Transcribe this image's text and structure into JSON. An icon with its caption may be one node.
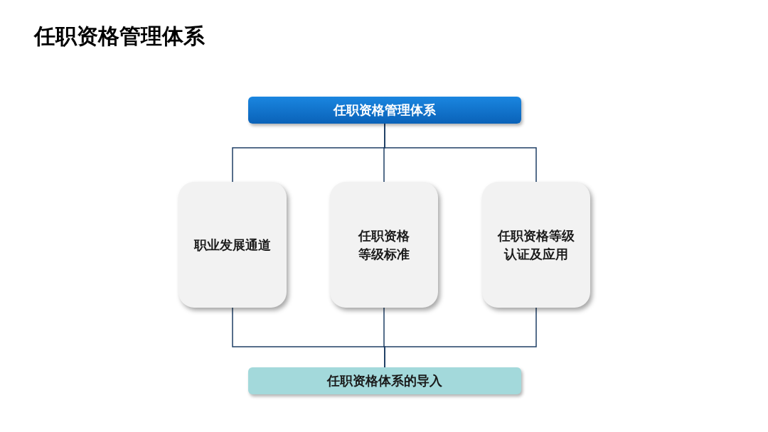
{
  "diagram": {
    "title": "任职资格管理体系",
    "nodes": [
      {
        "text": [
          "任职资格管理体系"
        ]
      },
      {
        "text": [
          "职业发展通道"
        ]
      },
      {
        "text": [
          "任职资格等级标准"
        ]
      },
      {
        "text": [
          "任职资格等级认证及应用"
        ]
      },
      {
        "text": [
          "任职资格体系的导入"
        ]
      }
    ],
    "edges": [
      {
        "from": 0,
        "to": 1,
        "arrow": "none"
      },
      {
        "from": 0,
        "to": 2,
        "arrow": "none"
      },
      {
        "from": 0,
        "to": 3,
        "arrow": "none"
      },
      {
        "from": 1,
        "to": 4,
        "arrow": "none"
      },
      {
        "from": 2,
        "to": 4,
        "arrow": "none"
      },
      {
        "from": 3,
        "to": 4,
        "arrow": "none"
      }
    ]
  }
}
